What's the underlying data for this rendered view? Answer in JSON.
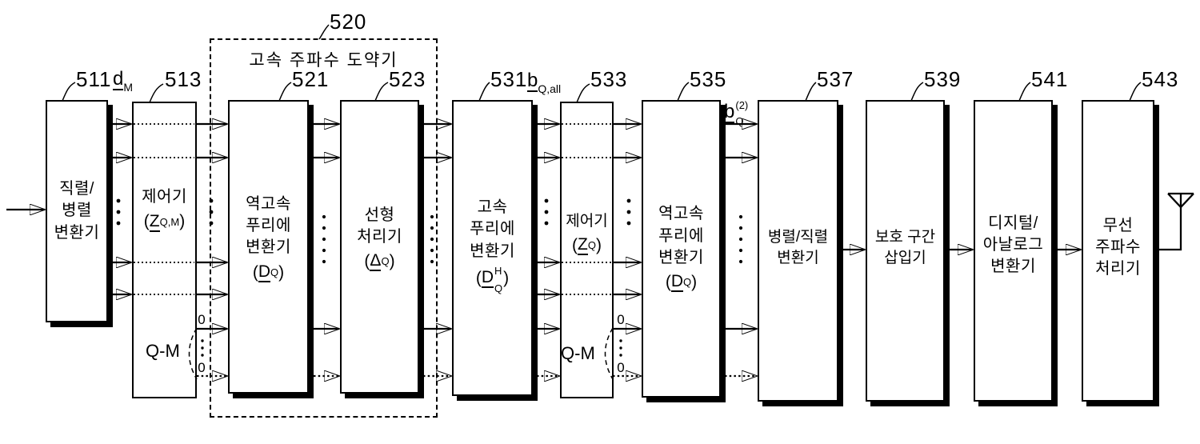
{
  "figure": {
    "colors": {
      "ink": "#000000",
      "background": "#ffffff"
    },
    "hopper_group": {
      "ref": "520",
      "title": "고속 주파수 도약기"
    },
    "signal_labels": {
      "d_M": {
        "base": "d",
        "sub": "M"
      },
      "b_Qall": {
        "base": "b",
        "sub": "Q,all"
      },
      "b_Q2": {
        "base": "b",
        "sup": "(2)",
        "sub": "Q"
      }
    },
    "blocks": {
      "b511": {
        "ref": "511",
        "lines": [
          "직렬/",
          "병렬",
          "변환기"
        ]
      },
      "b513": {
        "ref": "513",
        "lines": [
          "제어기"
        ],
        "sym": {
          "open": "(",
          "base": "Z",
          "sub": "Q,M",
          "close": ")"
        },
        "pad": {
          "label": "Q-M",
          "zero_top": "0",
          "zero_bottom": "0"
        }
      },
      "b521": {
        "ref": "521",
        "lines": [
          "역고속",
          "푸리에",
          "변환기"
        ],
        "sym": {
          "open": "(",
          "base": "D",
          "sub": "Q",
          "close": ")"
        }
      },
      "b523": {
        "ref": "523",
        "lines": [
          "선형",
          "처리기"
        ],
        "sym": {
          "open": "(",
          "base": "Δ",
          "sub": "Q",
          "close": ")"
        }
      },
      "b531": {
        "ref": "531",
        "lines": [
          "고속",
          "푸리에",
          "변환기"
        ],
        "sym": {
          "open": "(",
          "base": "D",
          "sup": "H",
          "sub": "Q",
          "close": ")"
        }
      },
      "b533": {
        "ref": "533",
        "lines": [
          "제어기"
        ],
        "sym": {
          "open": "(",
          "base": "Z",
          "sub": "Q",
          "close": ")"
        },
        "pad": {
          "label": "Q-M",
          "zero_top": "0",
          "zero_bottom": "0"
        }
      },
      "b535": {
        "ref": "535",
        "lines": [
          "역고속",
          "푸리에",
          "변환기"
        ],
        "sym": {
          "open": "(",
          "base": "D",
          "sub": "Q",
          "close": ")"
        }
      },
      "b537": {
        "ref": "537",
        "lines": [
          "병렬/직렬",
          "변환기"
        ]
      },
      "b539": {
        "ref": "539",
        "lines": [
          "보호 구간",
          "삽입기"
        ]
      },
      "b541": {
        "ref": "541",
        "lines": [
          "디지털/",
          "아날로그",
          "변환기"
        ]
      },
      "b543": {
        "ref": "543",
        "lines": [
          "무선",
          "주파수",
          "처리기"
        ]
      }
    }
  }
}
